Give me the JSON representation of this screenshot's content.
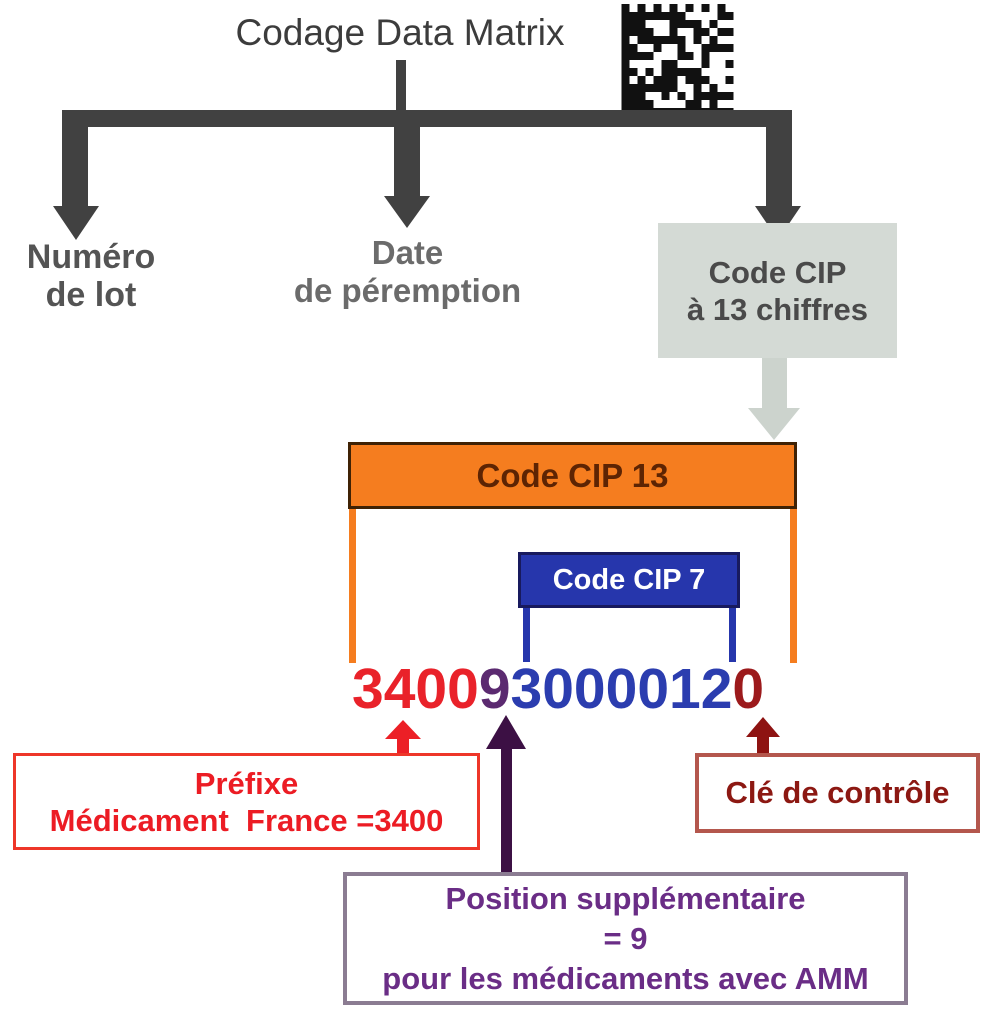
{
  "title": "Codage Data Matrix",
  "colors": {
    "tree": "#414141",
    "title_text": "#3c3c3c",
    "label_numero": "#545454",
    "label_date": "#6b6b6b",
    "gray_box_bg": "#d4dad5",
    "gray_box_text": "#4a4a4a",
    "gray_arrow": "#ccd3cd",
    "orange": "#f57d1f",
    "orange_border": "#3f2205",
    "orange_text": "#5d2403",
    "blue": "#2636ac",
    "blue_border": "#181a5e",
    "red": "#ec1f26",
    "red_box_text": "#ec1c24",
    "purple_arrow": "#3c1044",
    "purple_text": "#6a2d86",
    "purple_border": "#8b7c92",
    "dark_red_arrow": "#8e1312",
    "control_border": "#b4574d",
    "control_text": "#8c1812",
    "barcode": "#111111"
  },
  "branches": [
    {
      "lines": [
        "Numéro",
        "de lot"
      ]
    },
    {
      "lines": [
        "Date",
        "de péremption"
      ]
    },
    {
      "lines": [
        "Code CIP",
        "à 13 chiffres"
      ]
    }
  ],
  "code": {
    "cip13_label": "Code CIP 13",
    "cip7_label": "Code CIP 7",
    "value": "3400930000120",
    "segments": [
      {
        "text": "3400",
        "color": "#e9222a",
        "meaning": "préfixe"
      },
      {
        "text": "9",
        "color": "#5b2a70",
        "meaning": "position supplémentaire"
      },
      {
        "text": "3000012",
        "color": "#2b3daf",
        "meaning": "code CIP 7"
      },
      {
        "text": "0",
        "color": "#9c1a1c",
        "meaning": "clé de contrôle"
      }
    ]
  },
  "annotations": {
    "prefix": {
      "lines": [
        "Préfixe",
        "Médicament  France =3400"
      ]
    },
    "supplementary": {
      "lines": [
        "Position supplémentaire",
        "= 9",
        "pour les médicaments avec AMM"
      ]
    },
    "control": {
      "label": "Clé de contrôle"
    }
  },
  "icons": {
    "datamatrix": "datamatrix-barcode"
  }
}
